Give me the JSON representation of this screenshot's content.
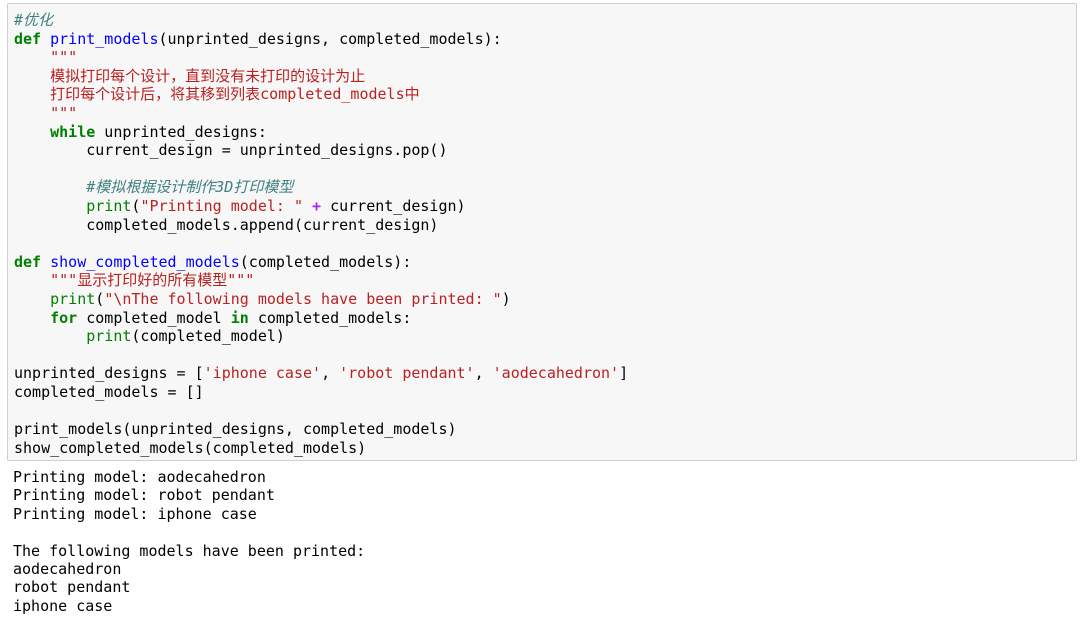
{
  "code_cell": {
    "line01": {
      "comment": "#优化"
    },
    "line02": {
      "kw": "def",
      "fn": "print_models",
      "rest": "(unprinted_designs, completed_models):"
    },
    "line03": {
      "indent": "    ",
      "str": "\"\"\""
    },
    "line04": {
      "indent": "    ",
      "str": "模拟打印每个设计，直到没有未打印的设计为止"
    },
    "line05": {
      "indent": "    ",
      "str": "打印每个设计后，将其移到列表completed_models中"
    },
    "line06": {
      "indent": "    ",
      "str": "\"\"\""
    },
    "line07": {
      "indent": "    ",
      "kw": "while",
      "rest": " unprinted_designs:"
    },
    "line08": {
      "indent": "        ",
      "rest": "current_design = unprinted_designs.pop()"
    },
    "line09": {
      "text": ""
    },
    "line10": {
      "indent": "        ",
      "comment": "#模拟根据设计制作3D打印模型"
    },
    "line11": {
      "indent": "        ",
      "bi": "print",
      "p1": "(",
      "str": "\"Printing model: \"",
      "sp": " ",
      "op": "+",
      "rest": " current_design)"
    },
    "line12": {
      "indent": "        ",
      "rest": "completed_models.append(current_design)"
    },
    "line13": {
      "text": ""
    },
    "line14": {
      "kw": "def",
      "fn": "show_completed_models",
      "rest": "(completed_models):"
    },
    "line15": {
      "indent": "    ",
      "str": "\"\"\"显示打印好的所有模型\"\"\""
    },
    "line16": {
      "indent": "    ",
      "bi": "print",
      "p1": "(",
      "str": "\"\\nThe following models have been printed: \"",
      "rest": ")"
    },
    "line17": {
      "indent": "    ",
      "kw": "for",
      "mid": " completed_model ",
      "kw2": "in",
      "rest": " completed_models:"
    },
    "line18": {
      "indent": "        ",
      "bi": "print",
      "rest": "(completed_model)"
    },
    "line19": {
      "text": ""
    },
    "line20": {
      "pre": "unprinted_designs = [",
      "s1": "'iphone case'",
      "c1": ", ",
      "s2": "'robot pendant'",
      "c2": ", ",
      "s3": "'aodecahedron'",
      "post": "]"
    },
    "line21": {
      "text": "completed_models = []"
    },
    "line22": {
      "text": ""
    },
    "line23": {
      "text": "print_models(unprinted_designs, completed_models)"
    },
    "line24": {
      "text": "show_completed_models(completed_models)"
    }
  },
  "output_cell": {
    "lines": [
      "Printing model: aodecahedron",
      "Printing model: robot pendant",
      "Printing model: iphone case",
      "",
      "The following models have been printed: ",
      "aodecahedron",
      "robot pendant",
      "iphone case"
    ]
  },
  "colors": {
    "keyword": "#008000",
    "function_name": "#0000ff",
    "string": "#ba2121",
    "comment": "#408080",
    "operator": "#aa22ff",
    "cell_background": "#f7f7f7",
    "cell_border": "#cfcfcf"
  }
}
